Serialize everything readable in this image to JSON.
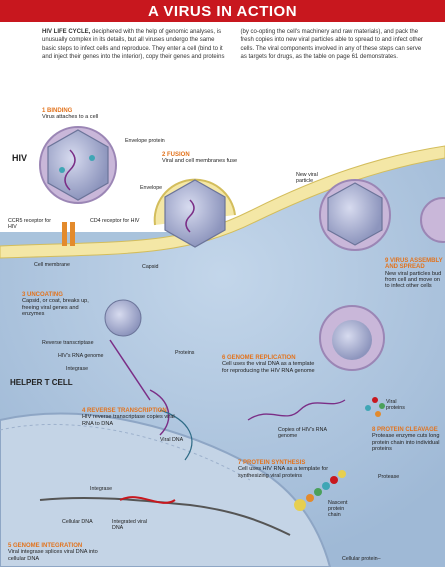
{
  "title": "A VIRUS IN ACTION",
  "intro": {
    "lead": "HIV LIFE CYCLE,",
    "body": " deciphered with the help of genomic analyses, is unusually complex in its details, but all viruses undergo the same basic steps to infect cells and reproduce. They enter a cell (bind to it and inject their genes into the interior), copy their genes and proteins (by co-opting the cell's machinery and raw materials), and pack the fresh copies into new viral particles able to spread to and infect other cells. The viral components involved in any of these steps can serve as targets for drugs, as the table on page 61 demonstrates."
  },
  "labels": {
    "hiv": "HIV",
    "helper_t_cell": "HELPER T CELL",
    "envelope_protein": "Envelope protein",
    "envelope": "Envelope",
    "ccr5": "CCR5 receptor for HIV",
    "cd4": "CD4 receptor for HIV",
    "cell_membrane": "Cell membrane",
    "capsid": "Capsid",
    "reverse_transcriptase": "Reverse transcriptase",
    "hiv_rna_genome": "HIV's RNA genome",
    "integrase": "Integrase",
    "proteins": "Proteins",
    "viral_dna": "Viral DNA",
    "copies_rna": "Copies of HIV's RNA genome",
    "viral_proteins": "Viral proteins",
    "protease": "Protease",
    "nascent_chain": "Nascent protein chain",
    "integrase2": "Integrase",
    "cellular_dna": "Cellular DNA",
    "integrated_dna": "Integrated viral DNA",
    "cellular_protein": "Cellular protein–",
    "new_viral_particle": "New viral particle"
  },
  "steps": [
    {
      "title": "1 BINDING",
      "text": "Virus attaches to a cell"
    },
    {
      "title": "2 FUSION",
      "text": "Viral and cell membranes fuse"
    },
    {
      "title": "3 UNCOATING",
      "text": "Capsid, or coat, breaks up, freeing viral genes and enzymes"
    },
    {
      "title": "4 REVERSE TRANSCRIPTION",
      "text": "HIV reverse transcriptase copies viral RNA to DNA"
    },
    {
      "title": "5 GENOME INTEGRATION",
      "text": "Viral integrase splices viral DNA into cellular DNA"
    },
    {
      "title": "6 GENOME REPLICATION",
      "text": "Cell uses the viral DNA as a template for reproducing the HIV RNA genome"
    },
    {
      "title": "7 PROTEIN SYNTHESIS",
      "text": "Cell uses HIV RNA as a template for synthesizing viral proteins"
    },
    {
      "title": "8 PROTEIN CLEAVAGE",
      "text": "Protease enzyme cuts long protein chain into individual proteins"
    },
    {
      "title": "9 VIRUS ASSEMBLY AND SPREAD",
      "text": "New viral particles bud from cell and move on to infect other cells"
    }
  ],
  "colors": {
    "title_bg": "#c8171e",
    "step_heading": "#e2731d",
    "cell": "#aec6df",
    "membrane": "#f4e7a6",
    "virus": "#9aa3c4"
  }
}
